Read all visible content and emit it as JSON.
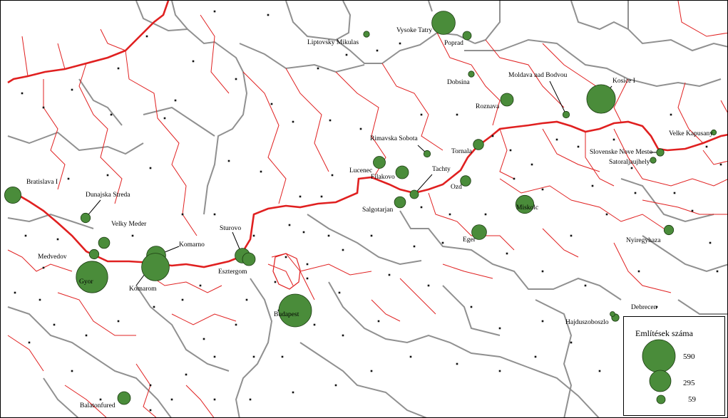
{
  "colors": {
    "national_border": "#e02020",
    "county_border": "#e02020",
    "region_border": "#909090",
    "circle_fill": "#4a8c3a",
    "circle_stroke": "#1a3a10"
  },
  "legend": {
    "title": "Említések száma",
    "items": [
      {
        "value": "590",
        "size": 590
      },
      {
        "value": "295",
        "size": 295
      },
      {
        "value": "59",
        "size": 59
      }
    ]
  },
  "places": [
    {
      "name": "Vysoke Tatry",
      "mentions": 300
    },
    {
      "name": "Liptovsky Mikulas",
      "mentions": 20
    },
    {
      "name": "Poprad",
      "mentions": 40
    },
    {
      "name": "Dobsina",
      "mentions": 20
    },
    {
      "name": "Moldava nad Bodvou",
      "mentions": 25
    },
    {
      "name": "Kosice I",
      "mentions": 450
    },
    {
      "name": "Roznava",
      "mentions": 90
    },
    {
      "name": "Rimavska Sobota",
      "mentions": 25
    },
    {
      "name": "Tornala",
      "mentions": 60
    },
    {
      "name": "Velke Kapusany",
      "mentions": 15
    },
    {
      "name": "Slovenske Nove Mesto",
      "mentions": 30
    },
    {
      "name": "Satoraljaujhely",
      "mentions": 20
    },
    {
      "name": "Lucenec",
      "mentions": 80
    },
    {
      "name": "Filakovo",
      "mentions": 90
    },
    {
      "name": "Tachty",
      "mentions": 40
    },
    {
      "name": "Ozd",
      "mentions": 60
    },
    {
      "name": "Salgotarjan",
      "mentions": 70
    },
    {
      "name": "Bratislava I",
      "mentions": 150
    },
    {
      "name": "Dunajska Streda",
      "mentions": 50
    },
    {
      "name": "Velky Meder",
      "mentions": 70
    },
    {
      "name": "Sturovo",
      "mentions": 120
    },
    {
      "name": "Komarno",
      "mentions": 200
    },
    {
      "name": "Esztergom",
      "mentions": 90
    },
    {
      "name": "Miskolc",
      "mentions": 180
    },
    {
      "name": "Eger",
      "mentions": 120
    },
    {
      "name": "Nyiregyhaza",
      "mentions": 50
    },
    {
      "name": "Medvedov",
      "mentions": 50
    },
    {
      "name": "Gyor",
      "mentions": 550
    },
    {
      "name": "Komarom",
      "mentions": 420
    },
    {
      "name": "Budapest",
      "mentions": 590
    },
    {
      "name": "Debrecen",
      "mentions": 30
    },
    {
      "name": "Hajduszoboszlo",
      "mentions": 10
    },
    {
      "name": "Balatonfured",
      "mentions": 90
    }
  ]
}
